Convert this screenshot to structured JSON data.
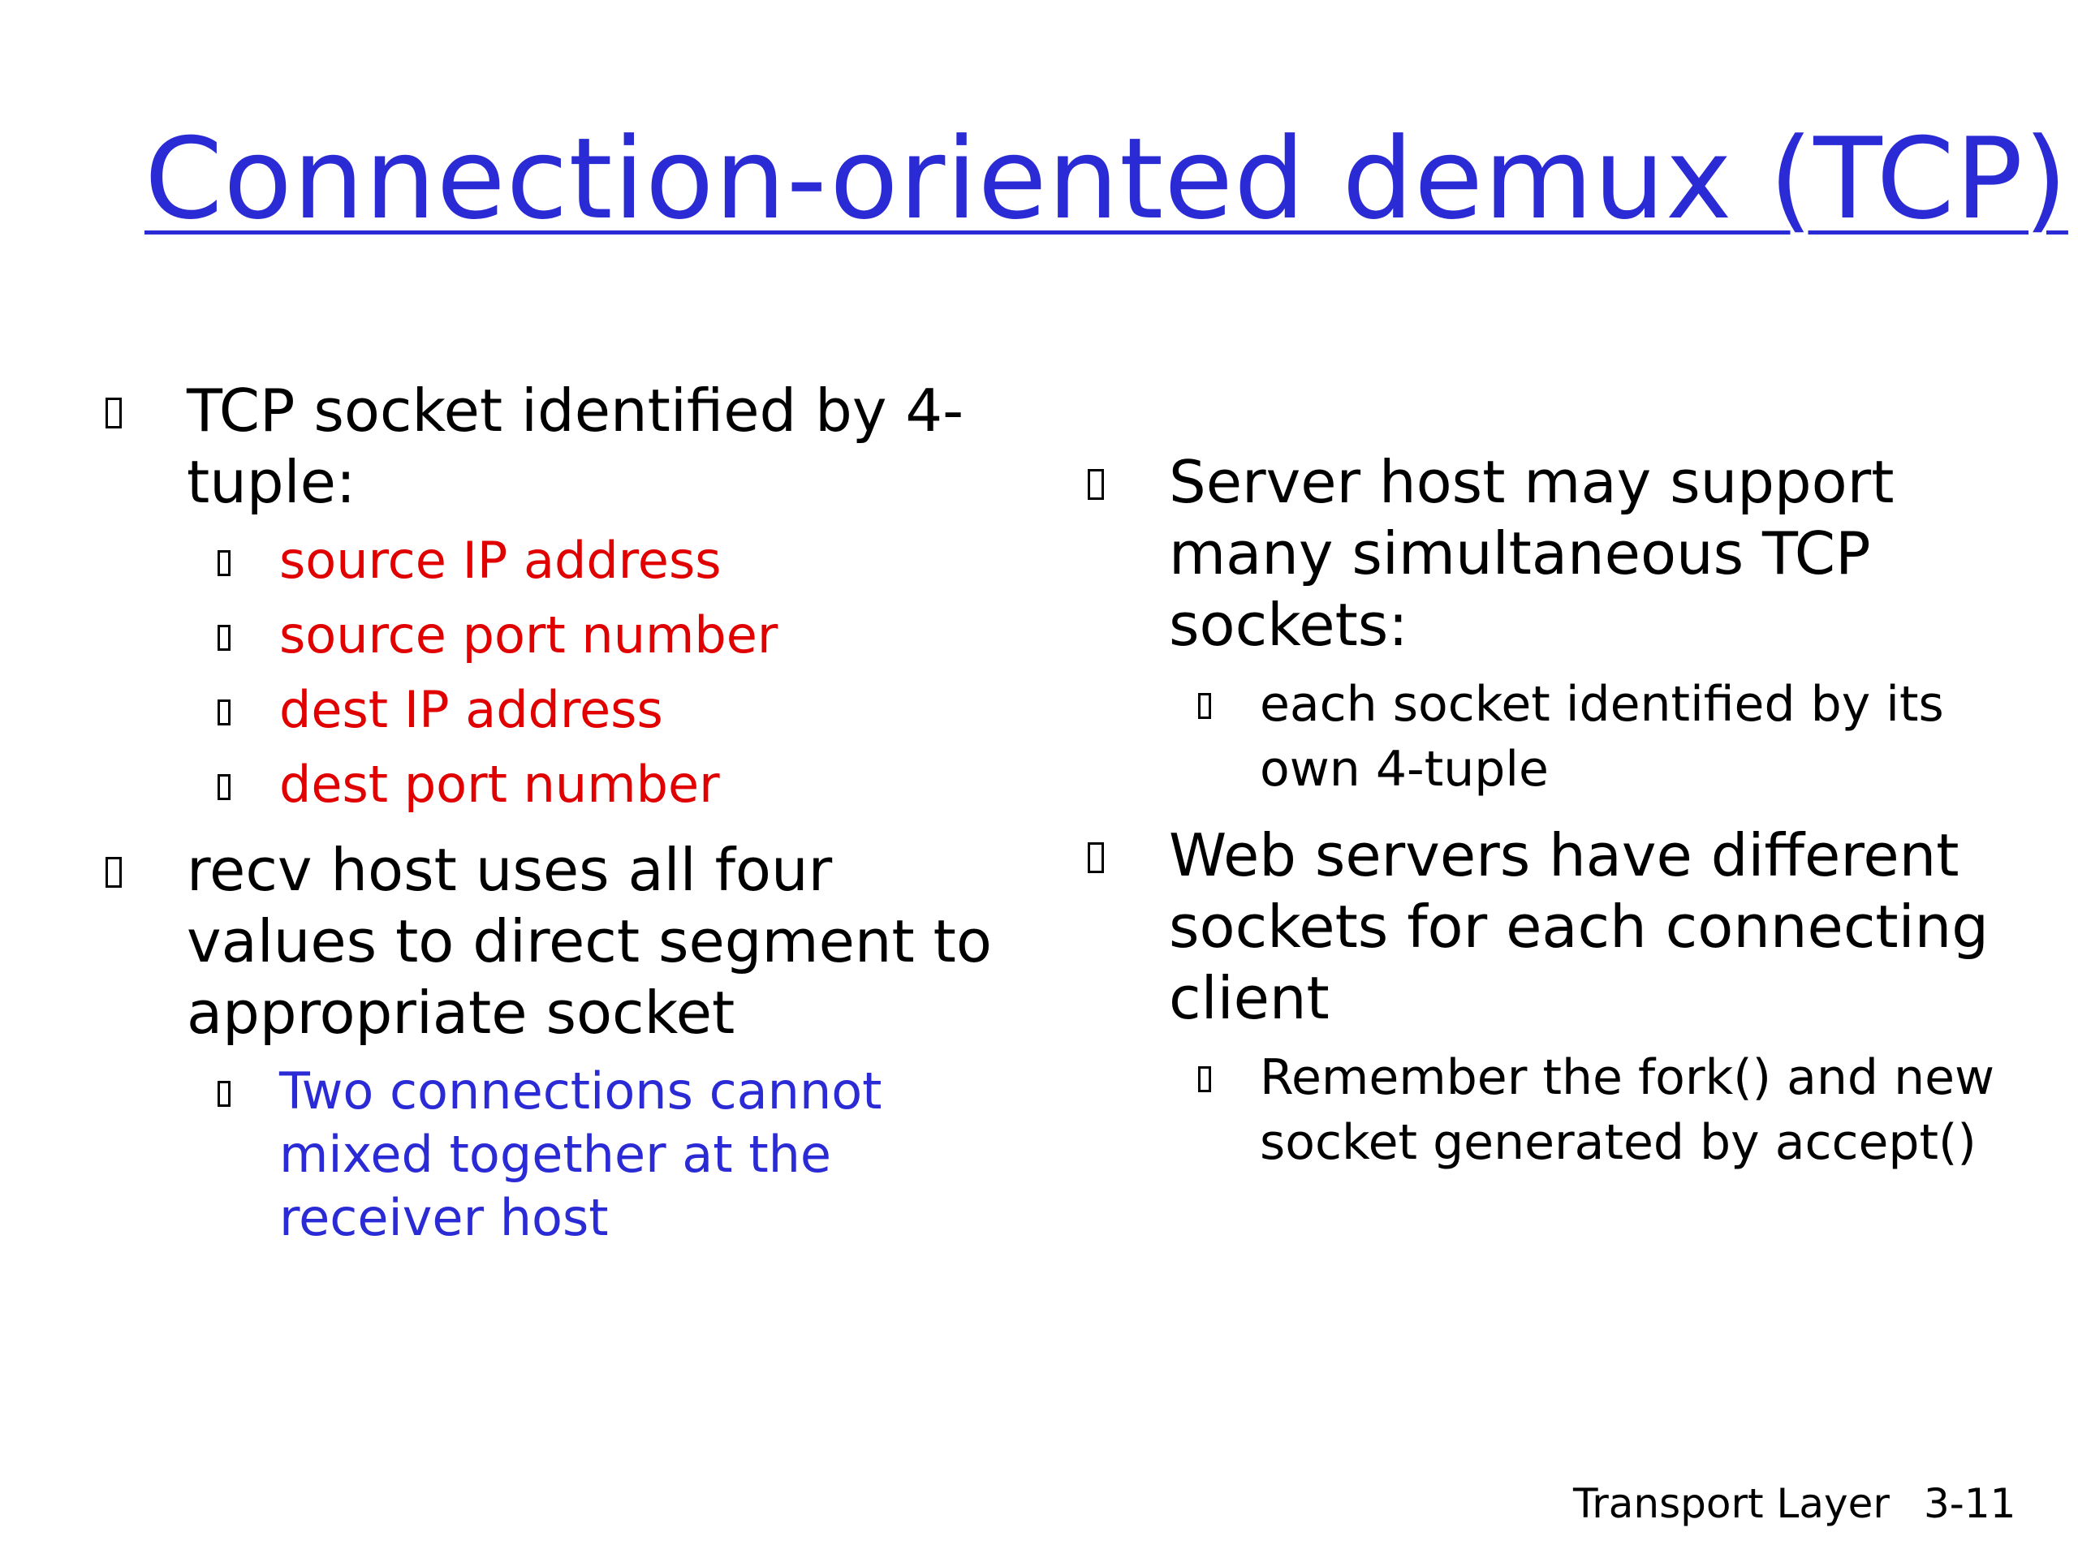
{
  "slide": {
    "title": "Connection-oriented demux (TCP)",
    "left": {
      "bullet1": {
        "text": "TCP socket identified by 4-tuple:",
        "subs": [
          "source IP address",
          "source port number",
          "dest IP address",
          "dest port number"
        ]
      },
      "bullet2": {
        "text": "recv host uses all four values to direct segment to appropriate socket",
        "sub": "Two connections cannot mixed together at the receiver host"
      }
    },
    "right": {
      "bullet1": {
        "text": "Server host may support many simultaneous TCP sockets:",
        "sub": "each socket identified by its own 4-tuple"
      },
      "bullet2": {
        "text": "Web servers have different sockets for each connecting client",
        "sub": "Remember the fork() and new socket generated by accept()"
      }
    },
    "footer": {
      "label": "Transport Layer",
      "page": "3-11"
    }
  },
  "colors": {
    "title": "#2b2bd6",
    "highlight_red": "#e00000",
    "note_blue": "#2b2bd6",
    "text": "#000000"
  }
}
